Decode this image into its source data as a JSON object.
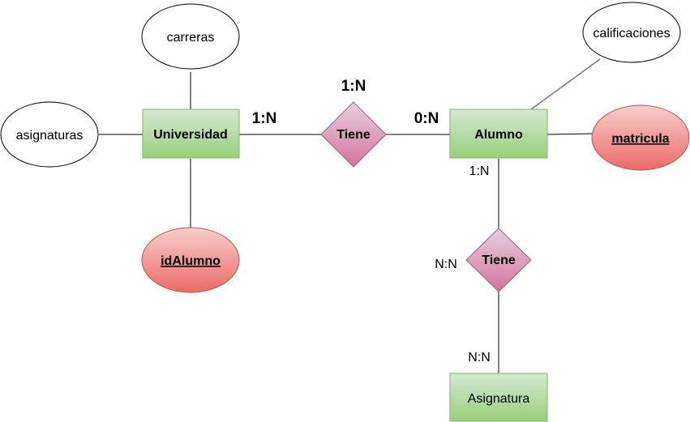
{
  "entities": {
    "universidad": "Universidad",
    "alumno": "Alumno",
    "asignatura": "Asignatura"
  },
  "relations": {
    "tiene_main": "Tiene",
    "tiene_lower": "Tiene"
  },
  "attributes": {
    "carreras": "carreras",
    "asignaturas": "asignaturas",
    "calificaciones": "calificaciones",
    "id_alumno": "idAlumno",
    "matricula": "matricula"
  },
  "cardinalities": {
    "universidad_side": "1:N",
    "tiene_top": "1:N",
    "alumno_side": "0:N",
    "alumno_bottom": "1:N",
    "tiene_lower_left": "N:N",
    "asignatura_top": "N:N"
  },
  "colors": {
    "entity_fill": "#b9e0a5",
    "entity_border": "#82b366",
    "relation_fill": "#d5739d",
    "relation_border": "#996185",
    "key_fill": "#ea6b66",
    "key_border": "#b85450"
  }
}
